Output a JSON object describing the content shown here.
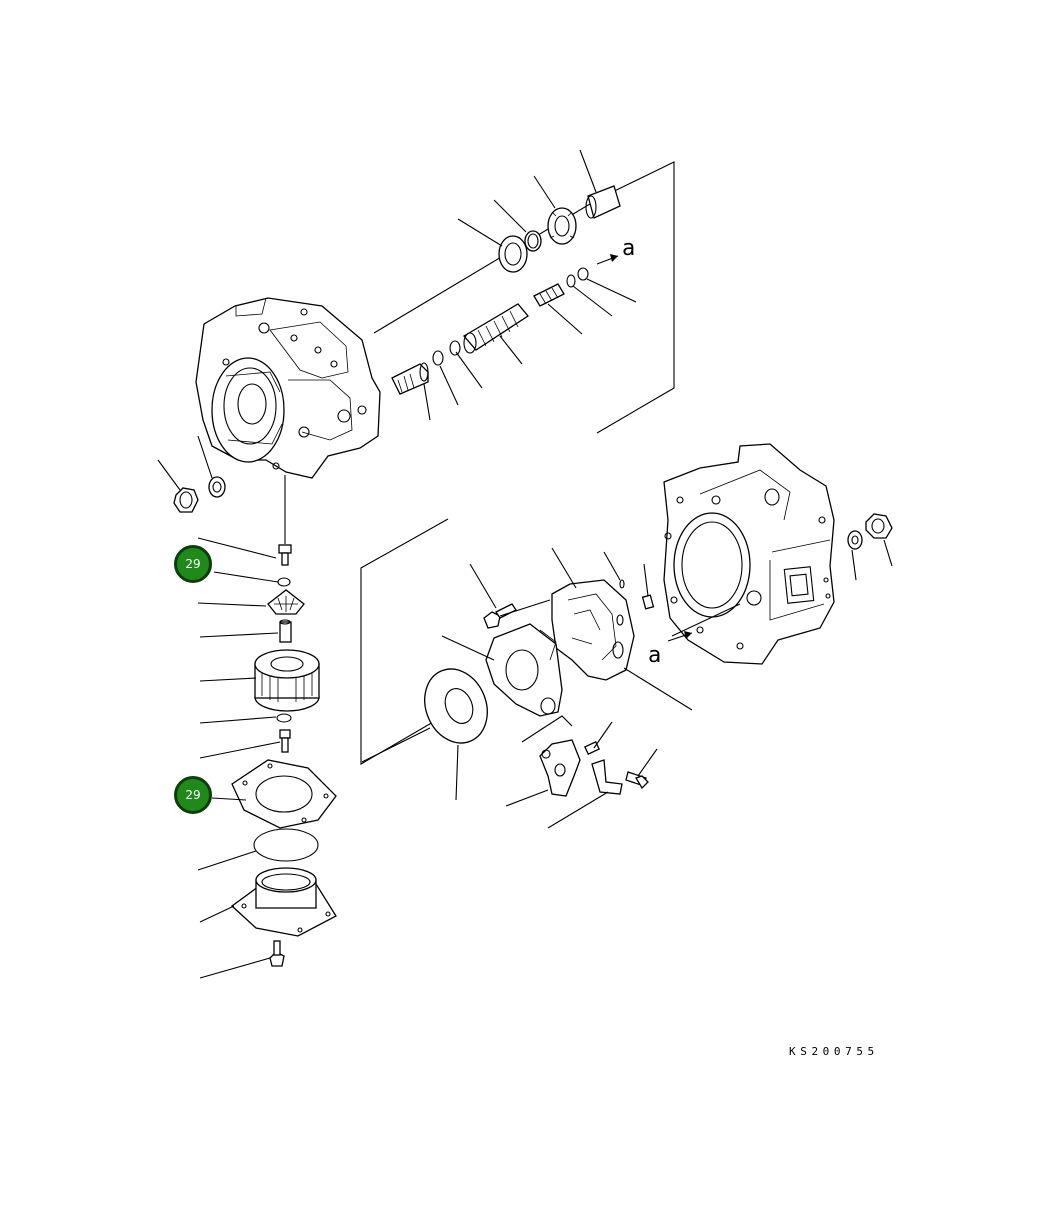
{
  "diagram": {
    "callouts": [
      {
        "id": "callout-top",
        "label": "29",
        "color": "#1f8a1a"
      },
      {
        "id": "callout-bottom",
        "label": "29",
        "color": "#1f8a1a"
      }
    ],
    "flow_labels": [
      "a",
      "a"
    ],
    "doc_code": "KS200755"
  }
}
